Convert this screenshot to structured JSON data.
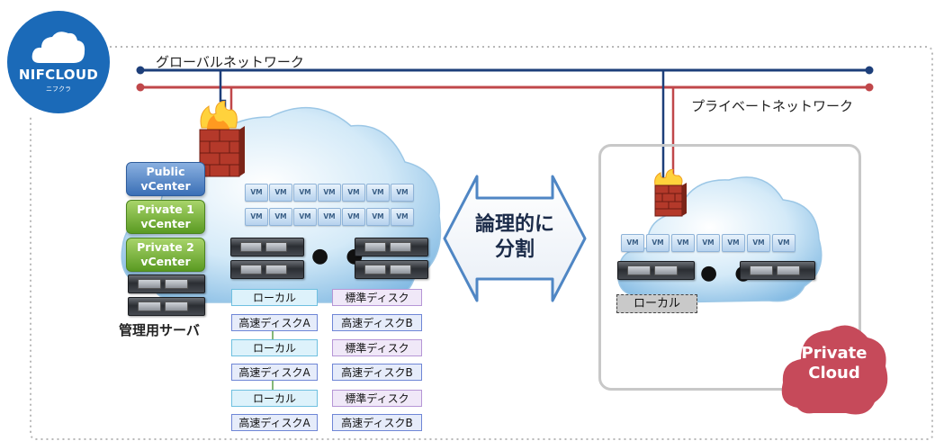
{
  "logo": {
    "name": "NIFCLOUD",
    "sub": "ニフクラ"
  },
  "networks": {
    "global_label": "グローバルネットワーク",
    "private_label": "プライベートネットワーク"
  },
  "management": {
    "items": [
      {
        "line1": "Public",
        "line2": "vCenter"
      },
      {
        "line1": "Private 1",
        "line2": "vCenter"
      },
      {
        "line1": "Private 2",
        "line2": "vCenter"
      }
    ],
    "label": "管理用サーバ"
  },
  "vm_label": "VM",
  "disks": {
    "rows": [
      {
        "left": "ローカル",
        "right": "標準ディスク"
      },
      {
        "left": "高速ディスクA",
        "right": "高速ディスクB"
      },
      {
        "left": "ローカル",
        "right": "標準ディスク"
      },
      {
        "left": "高速ディスクA",
        "right": "高速ディスクB"
      },
      {
        "left": "ローカル",
        "right": "標準ディスク"
      },
      {
        "left": "高速ディスクA",
        "right": "高速ディスクB"
      }
    ]
  },
  "ellipsis": "● ●",
  "arrow": {
    "line1": "論理的に",
    "line2": "分割"
  },
  "private_cloud": {
    "local_label": "ローカル",
    "badge_line1": "Private",
    "badge_line2": "Cloud"
  },
  "colors": {
    "global": "#1d3f7a",
    "private": "#c0474a",
    "logo": "#1b6ab8",
    "badge": "#c64a5a"
  }
}
